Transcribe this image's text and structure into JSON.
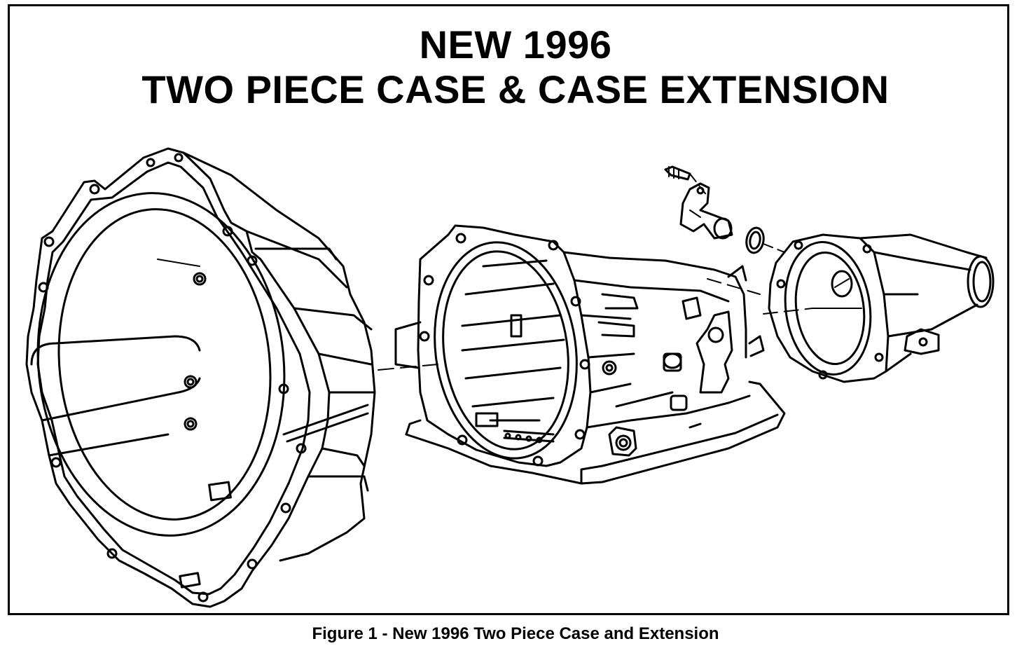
{
  "figure": {
    "title_line1": "NEW 1996",
    "title_line2": "TWO PIECE CASE & CASE EXTENSION",
    "caption": "Figure 1 - New 1996 Two Piece Case and Extension"
  },
  "colors": {
    "ink": "#000000",
    "paper": "#ffffff"
  }
}
